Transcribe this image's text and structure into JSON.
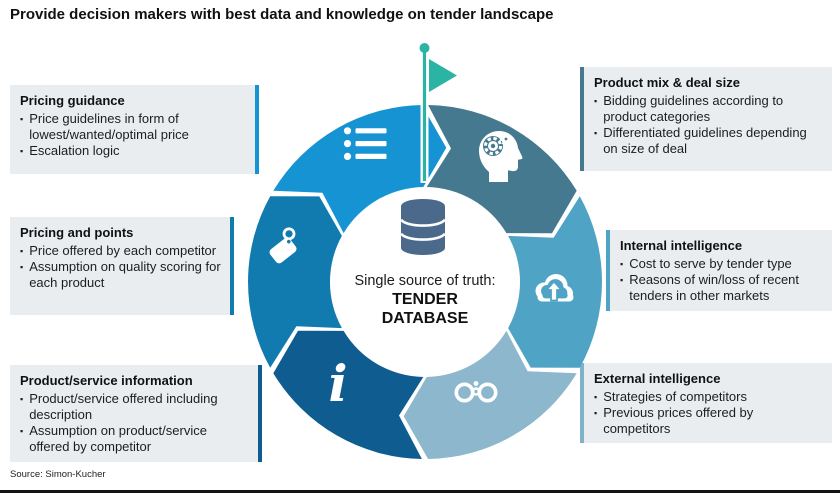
{
  "title": "Provide decision makers with best data and knowledge on tender landscape",
  "source": "Source: Simon-Kucher",
  "bullet_char": "▪",
  "center": {
    "label": "Single source of truth:",
    "title_line1": "TENDER",
    "title_line2": "DATABASE",
    "db_color": "#4b6a8b"
  },
  "flag_color": "#2bb3a4",
  "boxes": {
    "left": [
      {
        "title": "Pricing guidance",
        "bullets": [
          "Price guidelines in form of lowest/wanted/optimal price",
          "Escalation logic"
        ],
        "accent": "#1593d2"
      },
      {
        "title": "Pricing and points",
        "bullets": [
          "Price offered by each competitor",
          "Assumption on quality scoring for each product"
        ],
        "accent": "#117bb0"
      },
      {
        "title": "Product/service information",
        "bullets": [
          "Product/service offered including description",
          "Assumption on product/service offered by competitor"
        ],
        "accent": "#0f5c90"
      }
    ],
    "right": [
      {
        "title": "Product mix & deal size",
        "bullets": [
          "Bidding guidelines according to product categories",
          "Differentiated guidelines depending on size of deal"
        ],
        "accent": "#45798f"
      },
      {
        "title": "Internal intelligence",
        "bullets": [
          "Cost to serve by tender type",
          "Reasons of win/loss of recent tenders in other markets"
        ],
        "accent": "#4fa3c5"
      },
      {
        "title": "External intelligence",
        "bullets": [
          "Strategies of competitors",
          "Previous prices offered by competitors"
        ],
        "accent": "#7fb2c9"
      }
    ]
  },
  "wheel": {
    "segments": [
      {
        "name": "bullet-list",
        "icon": "bullet-list-icon",
        "color": "#1593d2"
      },
      {
        "name": "head-gears",
        "icon": "head-gears-icon",
        "color": "#45798f"
      },
      {
        "name": "cloud-upload",
        "icon": "cloud-upload-icon",
        "color": "#4fa3c5"
      },
      {
        "name": "binoculars",
        "icon": "binoculars-icon",
        "color": "#8db7cc"
      },
      {
        "name": "info",
        "icon": "info-icon",
        "color": "#0f5c90"
      },
      {
        "name": "price-tag",
        "icon": "price-tag-icon",
        "color": "#117bb0"
      }
    ]
  }
}
